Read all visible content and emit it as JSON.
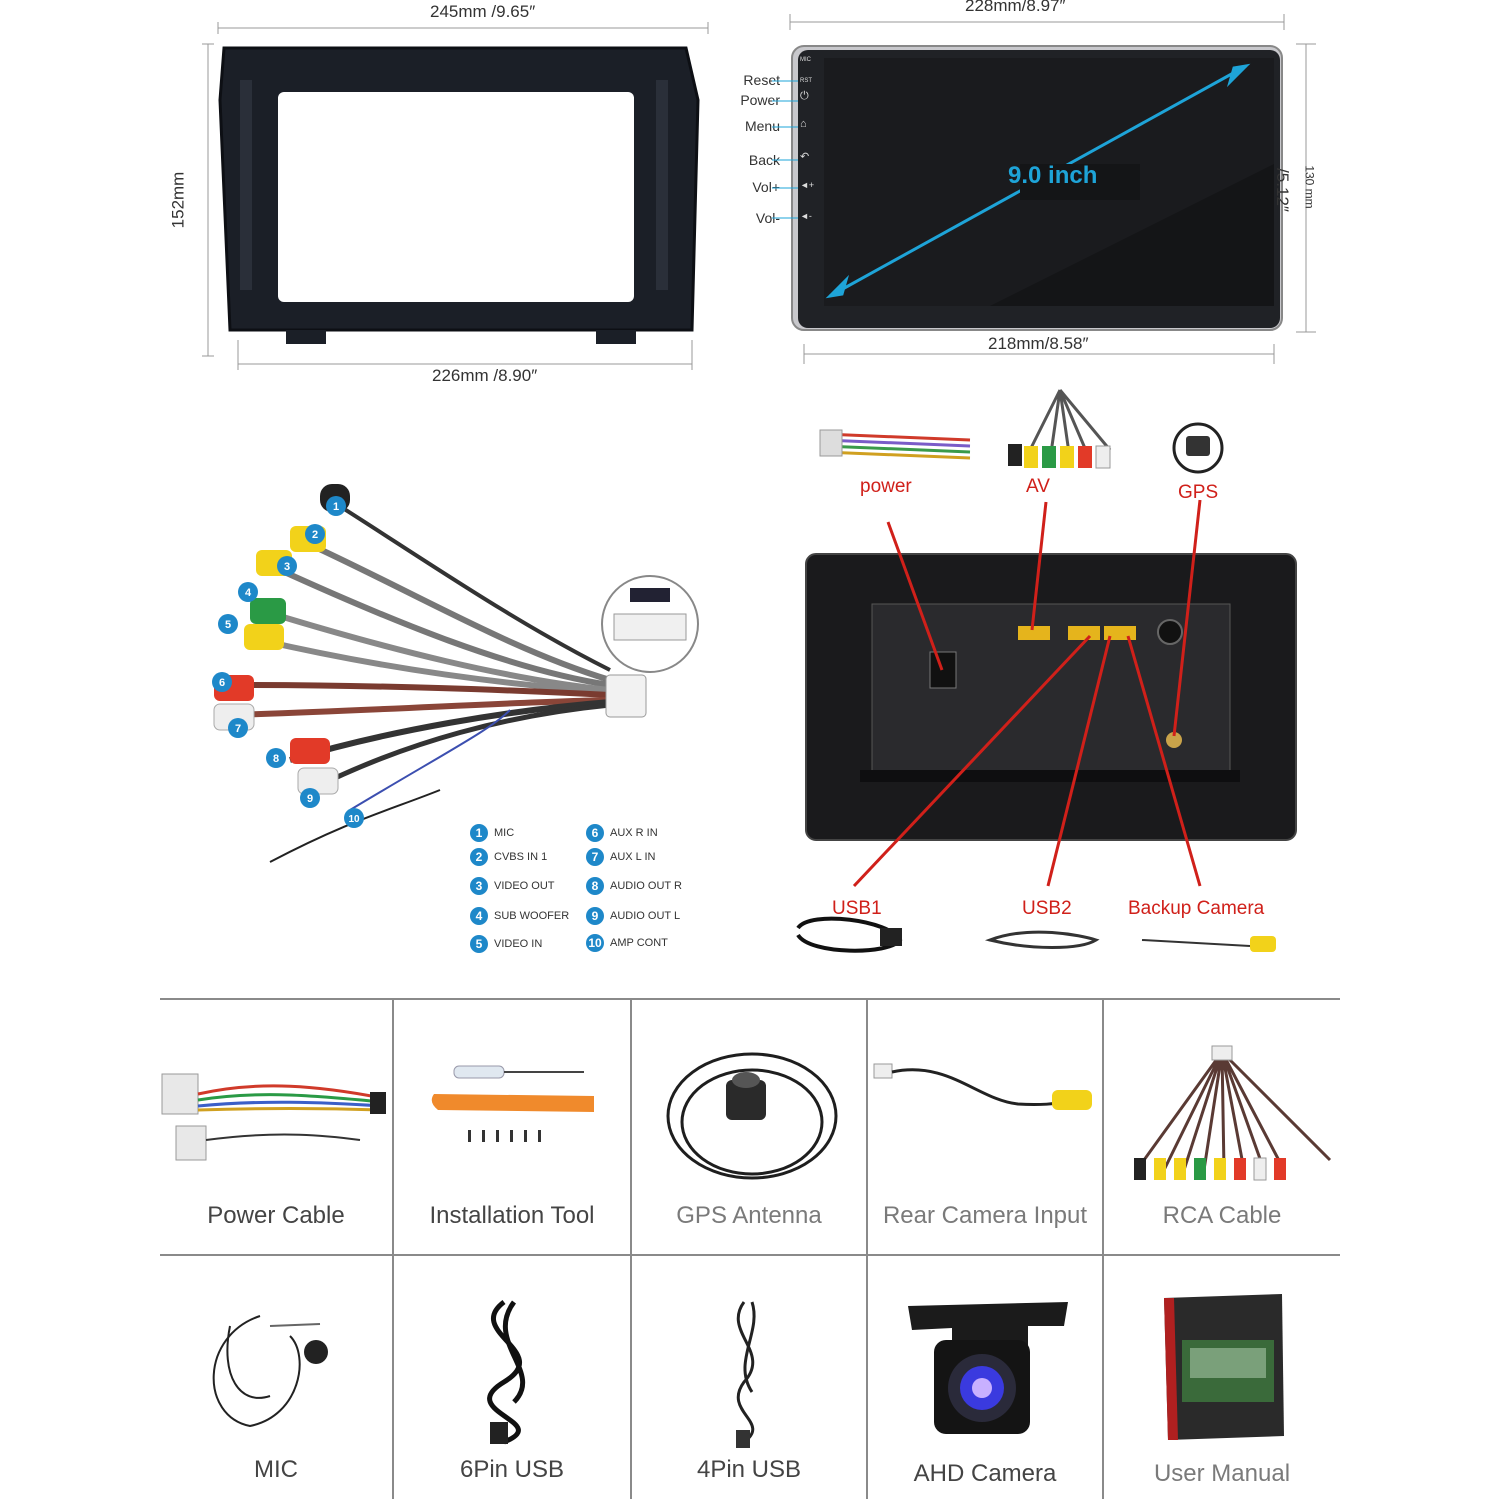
{
  "frame": {
    "top_dim": "245mm  /9.65″",
    "bottom_dim": "226mm  /8.90″",
    "left_dim": "152mm"
  },
  "screen": {
    "top_dim": "228mm/8.97″",
    "bottom_dim": "218mm/8.58″",
    "right_dim_a": "130 mm",
    "right_dim_b": "/5.12″",
    "diagonal": "9.0 inch",
    "mic_text": "MIC",
    "rst_text": "RST",
    "buttons": [
      "Reset",
      "Power",
      "Menu",
      "Back",
      "Vol+",
      "Vol-"
    ]
  },
  "rca_legend": [
    {
      "n": "1",
      "label": "MIC"
    },
    {
      "n": "2",
      "label": "CVBS IN 1"
    },
    {
      "n": "3",
      "label": "VIDEO OUT"
    },
    {
      "n": "4",
      "label": "SUB WOOFER"
    },
    {
      "n": "5",
      "label": "VIDEO IN"
    },
    {
      "n": "6",
      "label": "AUX R IN"
    },
    {
      "n": "7",
      "label": "AUX L IN"
    },
    {
      "n": "8",
      "label": "AUDIO OUT R"
    },
    {
      "n": "9",
      "label": "AUDIO OUT L"
    },
    {
      "n": "10",
      "label": "AMP CONT"
    }
  ],
  "connections": {
    "power": "power",
    "av": "AV",
    "gps": "GPS",
    "usb1": "USB1",
    "usb2": "USB2",
    "backup": "Backup Camera"
  },
  "accessories_row1": [
    "Power Cable",
    "Installation Tool",
    "GPS Antenna",
    "Rear Camera Input",
    "RCA Cable"
  ],
  "accessories_row2": [
    "MIC",
    "6Pin USB",
    "4Pin USB",
    "AHD Camera",
    "User Manual"
  ],
  "colors": {
    "accent_blue": "#1e88c9",
    "label_red": "#d0201a",
    "diagonal_cyan": "#1ea4d8"
  }
}
